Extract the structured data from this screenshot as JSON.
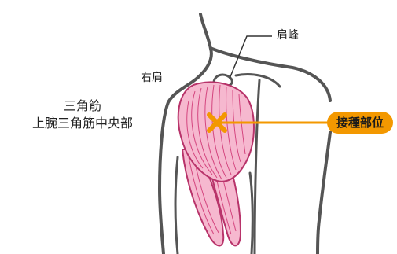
{
  "labels": {
    "muscle_name": "三角筋",
    "muscle_region": "上腕三角筋中央部",
    "right_shoulder": "右肩",
    "acromion": "肩峰",
    "injection_site": "接種部位"
  },
  "colors": {
    "outline": "#555555",
    "muscle_fill": "#f6b8cf",
    "muscle_stroke": "#b8336a",
    "fiber": "#d4467f",
    "accent": "#f39800"
  }
}
